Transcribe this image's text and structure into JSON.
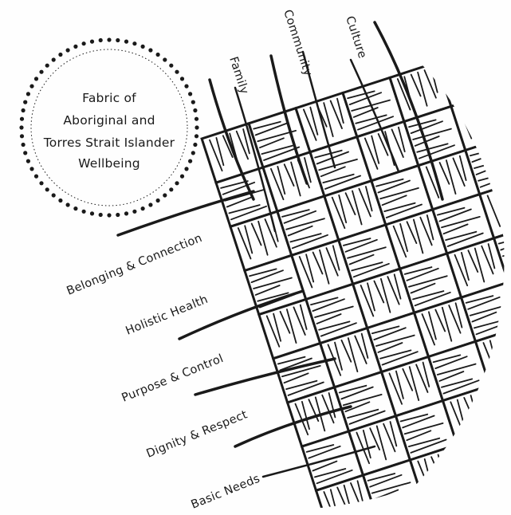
{
  "title": {
    "lines": [
      "Fabric of",
      "Aboriginal and",
      "Torres Strait Islander",
      "Wellbeing"
    ]
  },
  "vertical_strands": [
    "Family",
    "Community",
    "Culture"
  ],
  "horizontal_strands": [
    "Belonging & Connection",
    "Holistic Health",
    "Purpose & Control",
    "Dignity & Respect",
    "Basic Needs"
  ],
  "colors": {
    "ink": "#1a1a1a",
    "paper": "#fefefe"
  }
}
